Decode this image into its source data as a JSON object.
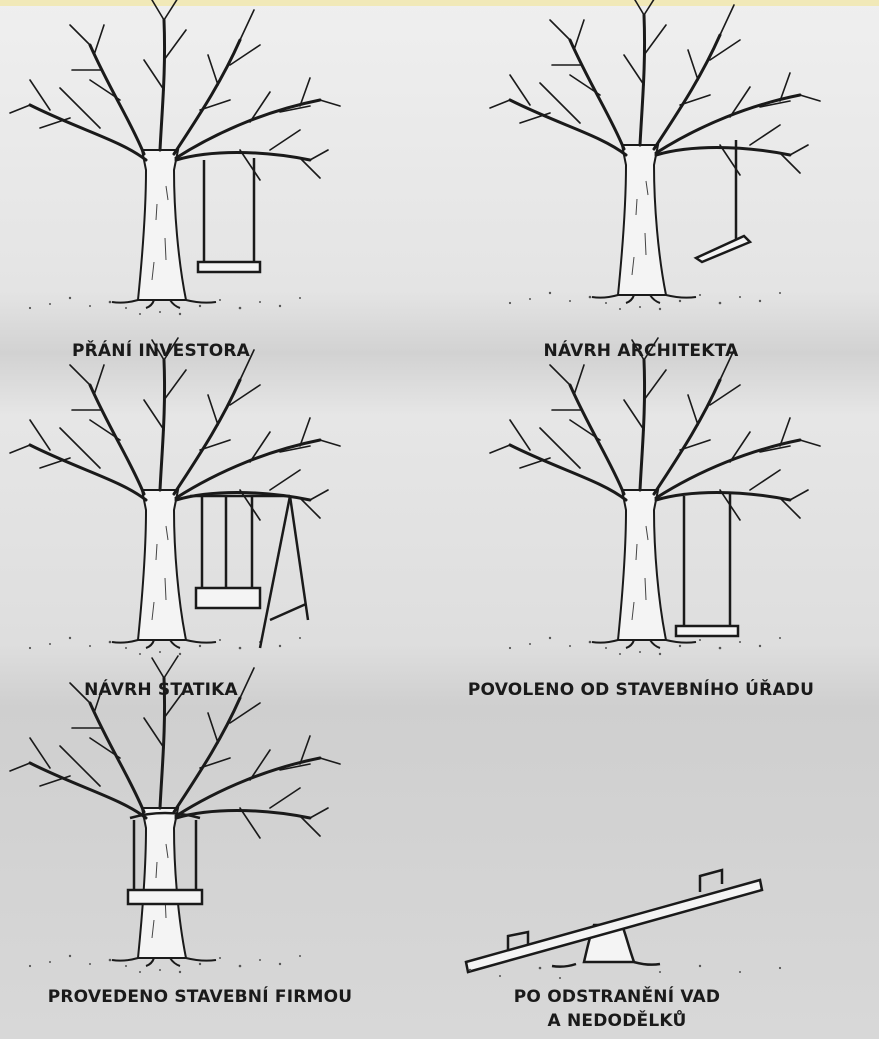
{
  "panels": [
    {
      "caption": [
        "PŘÁNÍ INVESTORA"
      ]
    },
    {
      "caption": [
        "NÁVRH ARCHITEKTA"
      ]
    },
    {
      "caption": [
        "NÁVRH STATIKA"
      ]
    },
    {
      "caption": [
        "POVOLENO OD STAVEBNÍHO ÚŘADU"
      ]
    },
    {
      "caption": [
        "PROVEDENO STAVEBNÍ FIRMOU"
      ]
    },
    {
      "caption": [
        "PO ODSTRANĚNÍ VAD",
        "A NEDODĚLKŮ"
      ]
    }
  ],
  "colors": {
    "ink": "#1a1a1a",
    "paper": "#e4e4e4",
    "topbar": "#f1e9b8"
  }
}
